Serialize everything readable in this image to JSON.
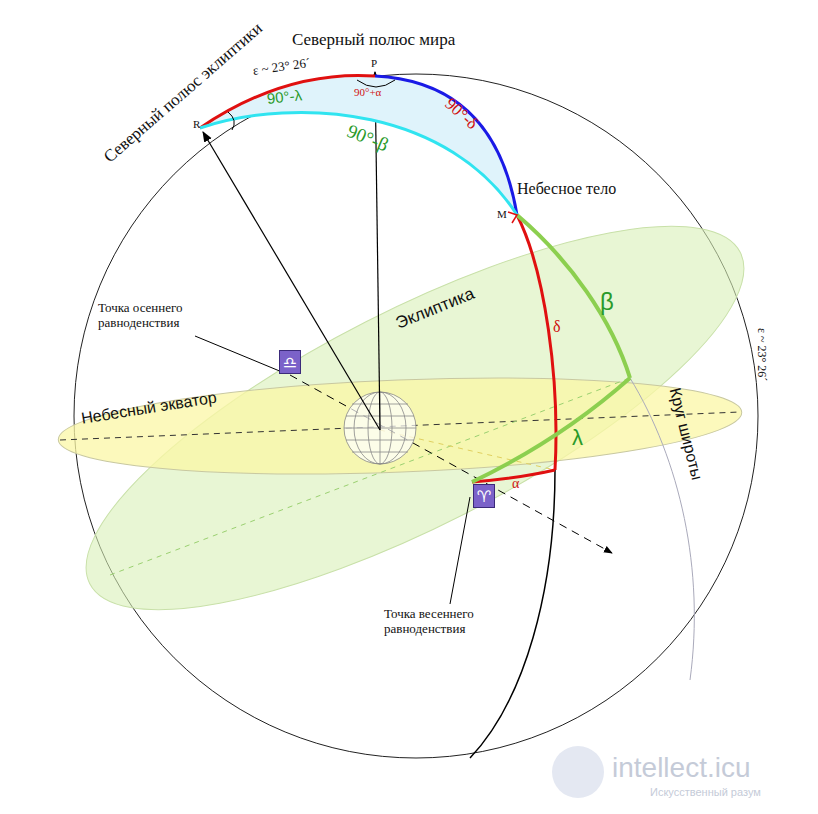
{
  "diagram": {
    "nodes": [
      {
        "text": [
          "♎"
        ]
      },
      {
        "text": [
          "♈"
        ]
      }
    ],
    "labels": [
      "Северный полюс мира",
      "Северный полюс эклиптики",
      "ε ~ 23° 26´",
      "P",
      "R",
      "90°-λ",
      "90°+α",
      "90°-δ",
      "90°-β",
      "Небесное тело",
      "M",
      "β",
      "Эклиптика",
      "δ",
      "Небесный экватор",
      "Точка осеннего равноденствия",
      "ε ~ 23° 26´",
      "Круг широты",
      "λ",
      "α",
      "Точка весеннего равноденствия",
      "intellect.icu",
      "Искусственный разум"
    ]
  }
}
